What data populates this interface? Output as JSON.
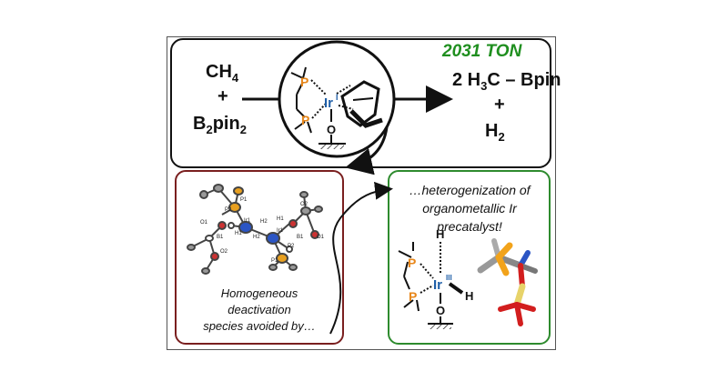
{
  "figure": {
    "ton_label": "2031 TON",
    "reactants": {
      "ch4": "CH4",
      "plus": "+",
      "b2pin2": "B2pin2"
    },
    "products": {
      "h3cbpin": "2 H3C–Bpin",
      "plus": "+",
      "h2": "H2"
    },
    "caption_left": [
      "Homogeneous",
      "deactivation",
      "species avoided by…"
    ],
    "caption_right": [
      "…heterogenization of",
      "organometallic Ir",
      "precatalyst!"
    ],
    "complex_top": {
      "p1": "P",
      "p2": "P",
      "ir": "Ir",
      "ir_ox": "I",
      "o": "O"
    },
    "complex_bottom": {
      "p1": "P",
      "p2": "P",
      "ir": "Ir",
      "ir_ox": "III",
      "o": "O",
      "h_top": "H",
      "h_right": "H"
    },
    "dimer_labels": [
      "P1",
      "P2",
      "Ir1",
      "H2",
      "H1",
      "O1",
      "B1",
      "O2",
      "H2",
      "Ir1",
      "P2",
      "P1",
      "B1",
      "O2",
      "O1",
      "H1"
    ]
  }
}
